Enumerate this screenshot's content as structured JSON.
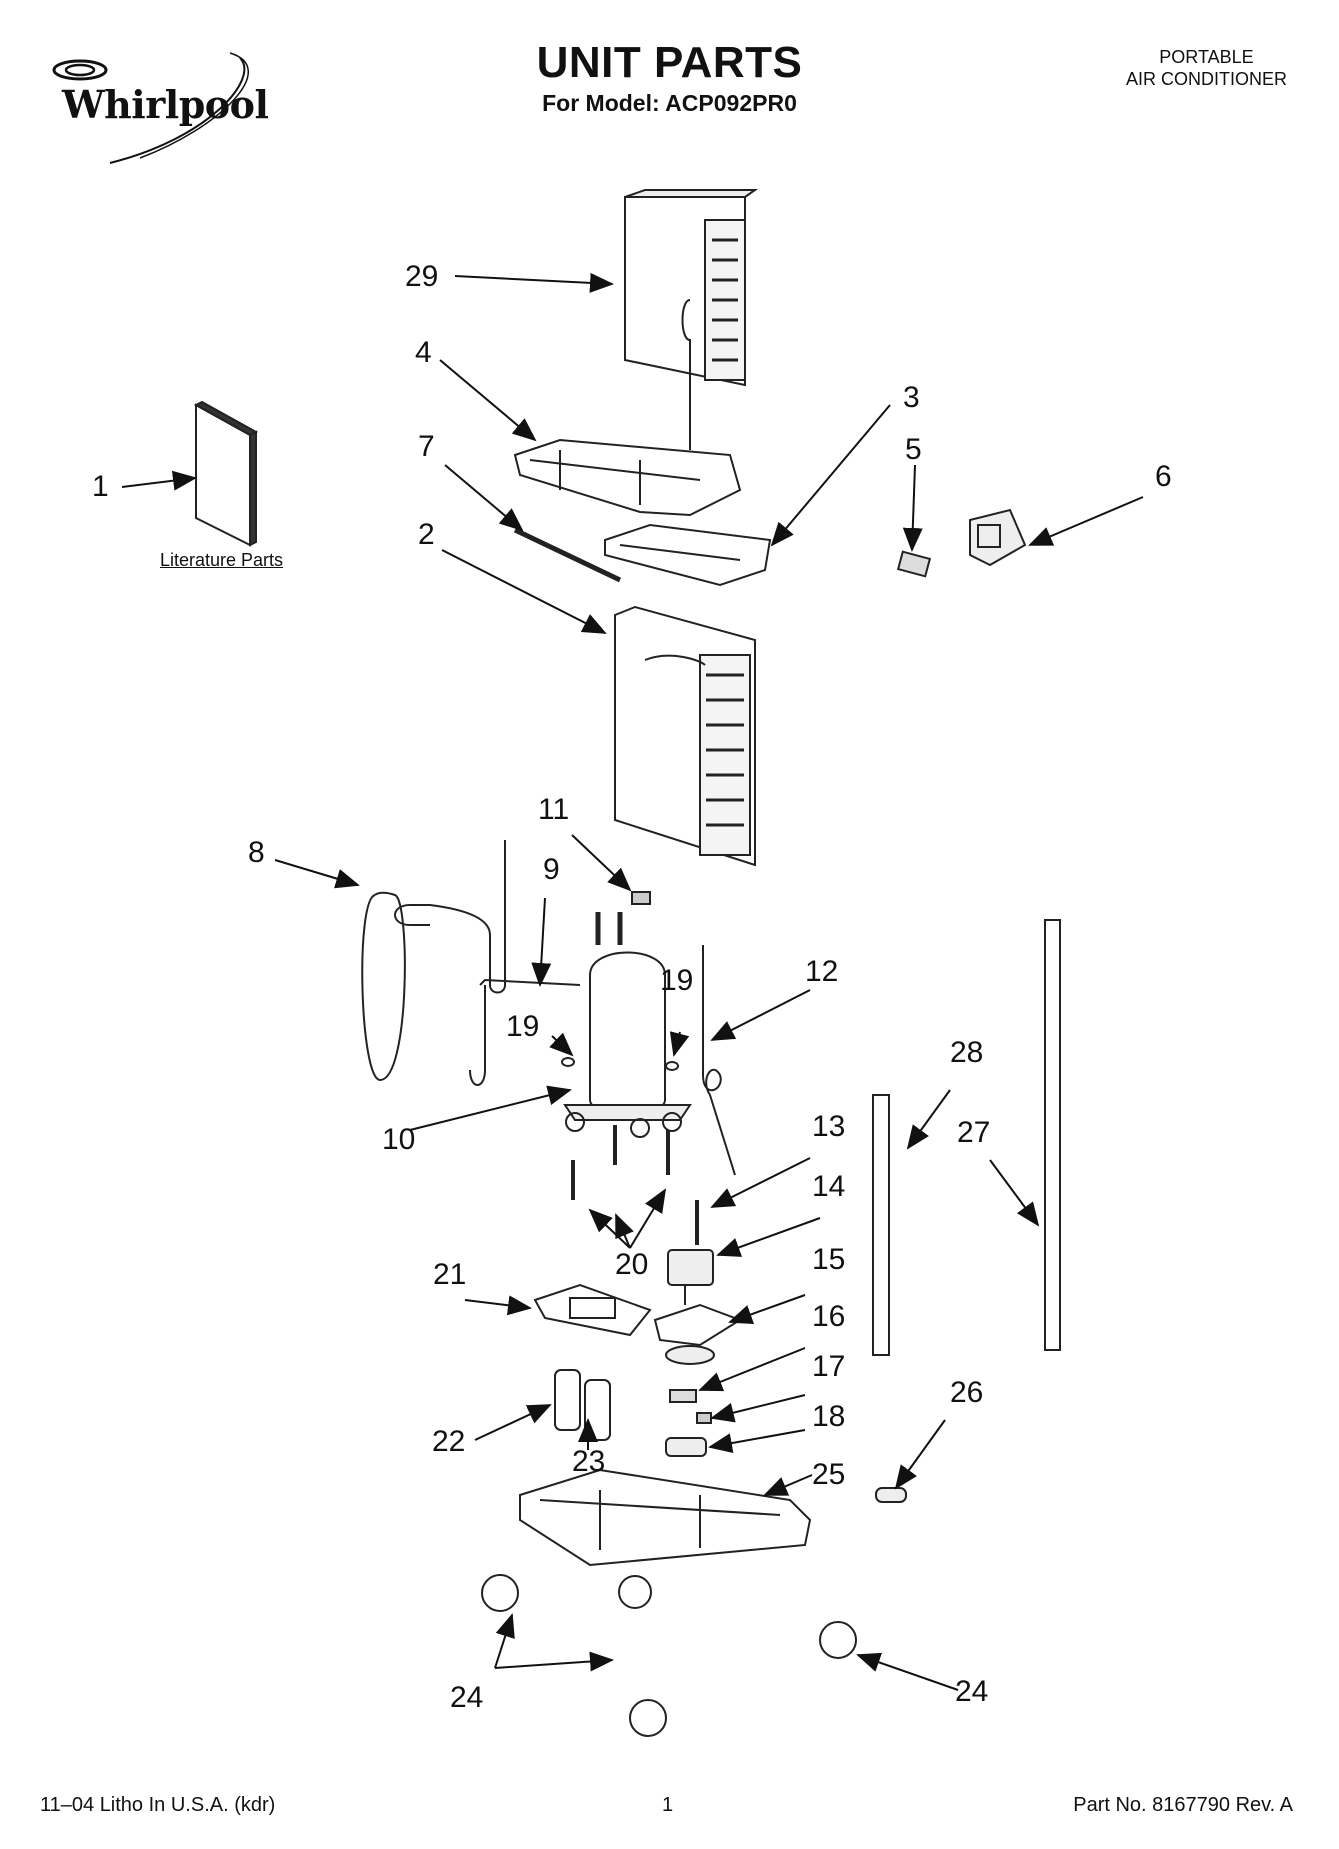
{
  "header": {
    "brand": "Whirlpool",
    "title": "UNIT PARTS",
    "model_line": "For Model: ACP092PR0",
    "category_line1": "PORTABLE",
    "category_line2": "AIR CONDITIONER"
  },
  "literature_label": "Literature Parts",
  "callouts": {
    "c1": "1",
    "c2": "2",
    "c3": "3",
    "c4": "4",
    "c5": "5",
    "c6": "6",
    "c7": "7",
    "c8": "8",
    "c9": "9",
    "c10": "10",
    "c11": "11",
    "c12": "12",
    "c13": "13",
    "c14": "14",
    "c15": "15",
    "c16": "16",
    "c17": "17",
    "c18": "18",
    "c19a": "19",
    "c19b": "19",
    "c20": "20",
    "c21": "21",
    "c22": "22",
    "c23": "23",
    "c24a": "24",
    "c24b": "24",
    "c25": "25",
    "c26": "26",
    "c27": "27",
    "c28": "28",
    "c29": "29"
  },
  "footer": {
    "litho": "11–04 Litho In U.S.A. (kdr)",
    "page": "1",
    "part_no": "Part No. 8167790 Rev. A"
  }
}
